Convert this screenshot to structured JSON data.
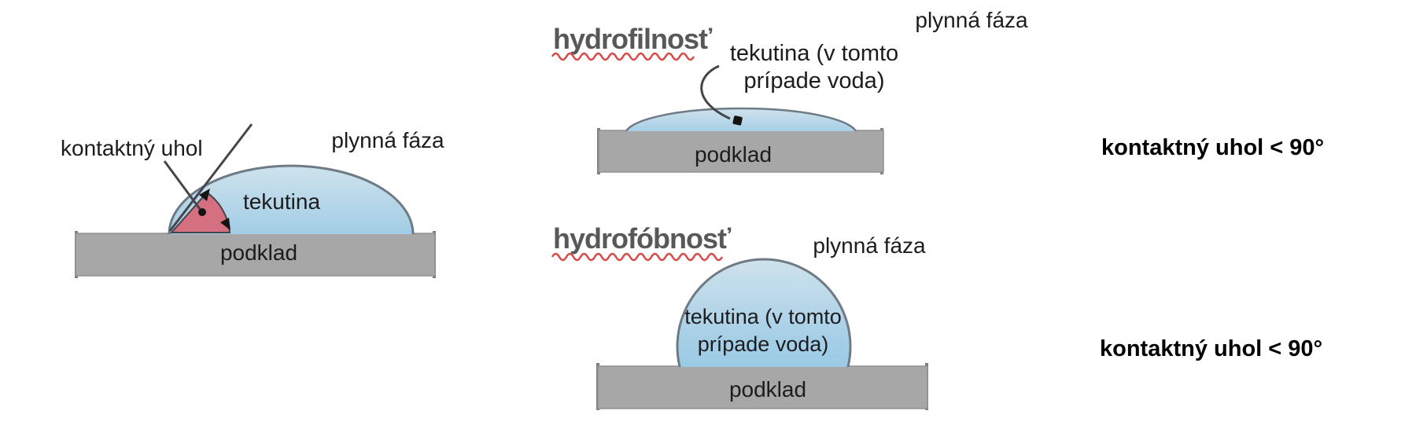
{
  "colors": {
    "droplet_top": "#cfe2ec",
    "droplet_mid": "#a6cfe6",
    "droplet_bottom": "#83c0e2",
    "droplet_outline": "#6e7b86",
    "substrate": "#a7a7a7",
    "substrate_edge": "#919191",
    "substrate_end": "#7d7d7d",
    "angle_wedge": "#d4707f",
    "line": "#45454d",
    "dot": "#141414",
    "squiggle": "#d94b4b",
    "title_text": "#58585a",
    "label_text": "#1c1c1e",
    "note_text": "#000000"
  },
  "left_diagram": {
    "contact_angle_label": "kontaktný uhol",
    "gas_phase_label": "plynná fáza",
    "liquid_label": "tekutina",
    "substrate_label": "podklad"
  },
  "hydrophilic_diagram": {
    "title": "hydrofilnosť",
    "gas_phase_label": "plynná fáza",
    "liquid_label_line1": "tekutina (v tomto",
    "liquid_label_line2": "prípade voda)",
    "substrate_label": "podklad",
    "angle_note": "kontaktný uhol < 90°"
  },
  "hydrophobic_diagram": {
    "title": "hydrofóbnosť",
    "gas_phase_label": "plynná fáza",
    "liquid_label_line1": "tekutina (v tomto",
    "liquid_label_line2": "prípade voda)",
    "substrate_label": "podklad",
    "angle_note": "kontaktný uhol < 90°"
  }
}
